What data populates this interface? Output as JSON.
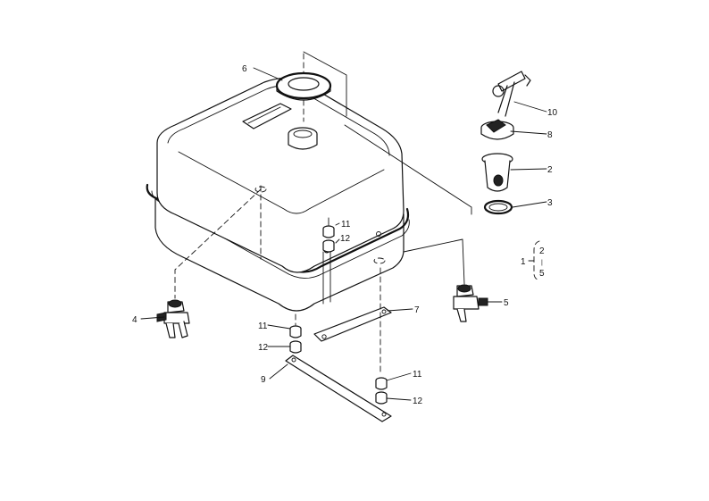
{
  "callouts": {
    "p1": "1",
    "p2": "2",
    "p3": "3",
    "p4": "4",
    "p5": "5",
    "p6": "6",
    "p7": "7",
    "p8": "8",
    "p9": "9",
    "p10": "10",
    "p11a": "11",
    "p12a": "12",
    "p11b": "11",
    "p12b": "12",
    "p11c": "11",
    "p12c": "12"
  },
  "group": {
    "top": "2",
    "mid": "|",
    "bottom": "5"
  }
}
